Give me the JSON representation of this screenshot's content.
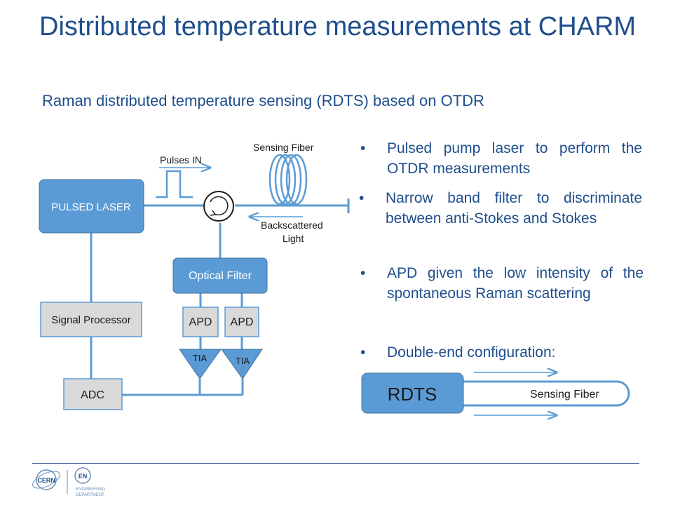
{
  "slide": {
    "title": "Distributed temperature measurements at CHARM",
    "subtitle": "Raman distributed temperature sensing (RDTS) based on OTDR"
  },
  "bullets": [
    {
      "marker": "•",
      "text": "Pulsed pump laser to perform the OTDR measurements"
    },
    {
      "marker": "•",
      "text": "Narrow band filter to discriminate between anti-Stokes and Stokes"
    },
    {
      "marker": "•",
      "text": "APD given the low intensity of the spontaneous Raman scattering"
    },
    {
      "marker": "•",
      "text": "Double-end configuration:"
    }
  ],
  "diagram": {
    "pulsed_laser": "PULSED LASER",
    "pulses_in": "Pulses IN",
    "sensing_fiber": "Sensing Fiber",
    "backscattered_line1": "Backscattered",
    "backscattered_line2": "Light",
    "optical_filter": "Optical Filter",
    "signal_processor": "Signal Processor",
    "apd_1": "APD",
    "apd_2": "APD",
    "tia_1": "TIA",
    "tia_2": "TIA",
    "adc": "ADC"
  },
  "double_end": {
    "rdts": "RDTS",
    "sensing_fiber": "Sensing Fiber"
  },
  "footer": {
    "cern_logo_text": "CERN",
    "en_badge": "EN",
    "dept_line1": "ENGINEERING",
    "dept_line2": "DEPARTMENT"
  },
  "colors": {
    "title": "#1f4e8c",
    "box_blue": "#5b9bd5",
    "box_border": "#41719c",
    "line_blue": "#5b9bd5",
    "gray_box": "#d9d9d9"
  }
}
